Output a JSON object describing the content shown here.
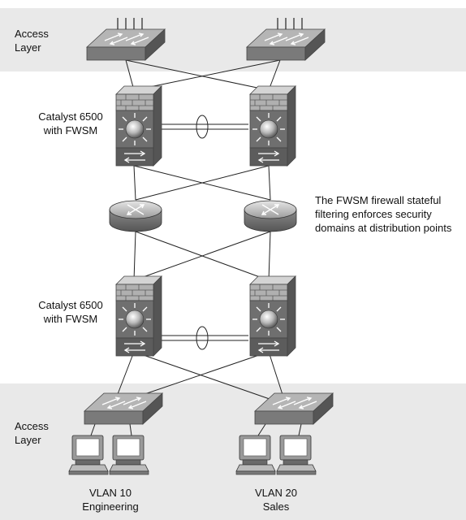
{
  "labels": {
    "access_top": [
      "Access",
      "Layer"
    ],
    "catalyst_top": [
      "Catalyst 6500",
      "with FWSM"
    ],
    "catalyst_bottom": [
      "Catalyst 6500",
      "with FWSM"
    ],
    "note": [
      "The FWSM firewall stateful",
      "filtering enforces security",
      "domains at distribution points"
    ],
    "access_bottom": [
      "Access",
      "Layer"
    ],
    "vlan_left": [
      "VLAN 10",
      "Engineering"
    ],
    "vlan_right": [
      "VLAN 20",
      "Sales"
    ]
  },
  "colors": {
    "band": "#e9e9e9",
    "device_dark": "#6e6e6e",
    "device_mid": "#9a9a9a",
    "device_light": "#c8c8c8",
    "line": "#222222"
  },
  "icons": {
    "access_switch": "workgroup-switch-icon",
    "core_switch": "catalyst-6500-fwsm-icon",
    "router": "router-icon",
    "pc": "workstation-icon"
  }
}
